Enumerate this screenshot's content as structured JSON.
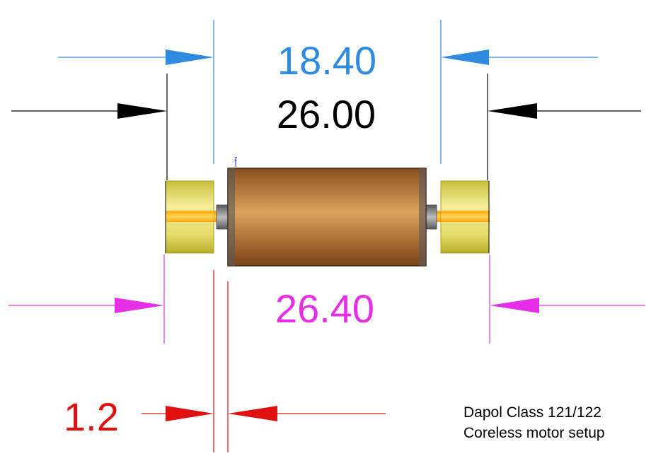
{
  "dimensions": {
    "motor_gap": {
      "label": "18.40",
      "color": "#2e8be0"
    },
    "overall_inner": {
      "label": "26.00",
      "color": "#000000"
    },
    "overall_outer": {
      "label": "26.40",
      "color": "#e62ee6"
    },
    "flywheel_gap": {
      "label": "1.2",
      "color": "#e01010"
    }
  },
  "axis_marker": {
    "label": "z"
  },
  "caption": {
    "line1": "Dapol Class 121/122",
    "line2": "Coreless motor setup"
  },
  "colors": {
    "motor_body": "#b8773a",
    "flywheel": "#e8df70",
    "shaft": "#ffa500",
    "end_cap": "#8a8a8a"
  }
}
